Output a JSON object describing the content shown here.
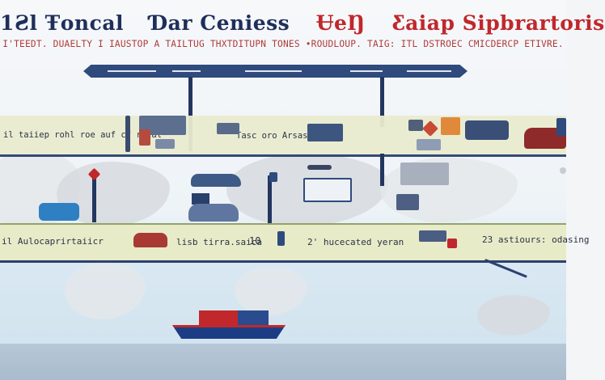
{
  "header": {
    "title_part1": "1Ƨl Ŧoncal",
    "title_part2": "Ɗar Ceniess",
    "title_part3": "ɄeŊ",
    "title_part4": "Ƹaiap Sipbrartoris",
    "subtitle": "I'TEEDT. DUAELTY I IAUSTOP A TAILTUG THXTDITUPN TONES •ROUDLOUP. TAIG: ITL DSTROEC CMICDERCP ETIVRE."
  },
  "labels": {
    "upper_left": "il taiiep rohl roe auf cf rotal",
    "upper_mid": "Tasc oro Arsasutes",
    "lower_left": "il Aulocaprirtaiicr",
    "lower_mid1": "lisb tirra.saica",
    "lower_mid2_num": "10",
    "lower_mid3": "2' hucecated yeran",
    "lower_right": "23 astiours: odasing"
  },
  "colors": {
    "title_navy": "#1f2f5a",
    "title_red": "#c0282b",
    "band": "#eaeccf",
    "rail": "#2c4170",
    "ship_hull": "#1c3d83"
  }
}
